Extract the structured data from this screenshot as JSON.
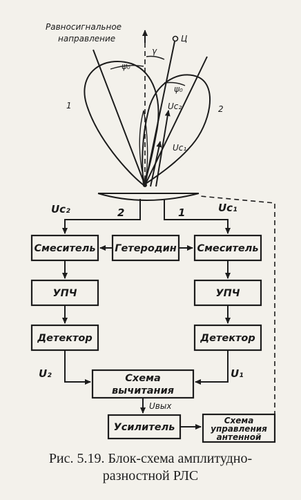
{
  "antenna": {
    "equisignal_line1": "Равносигнальное",
    "equisignal_line2": "направление",
    "target_label": "Ц",
    "gamma": "γ",
    "psi0_left": "ψ₀",
    "psi0_right": "ψ₀",
    "lobe1_label": "1",
    "lobe2_label": "2",
    "uc2_label": "Uc₂",
    "uc1_label": "Uc₁",
    "feed_left_label": "2",
    "feed_right_label": "1"
  },
  "signals": {
    "uc2": "Uc₂",
    "uc1": "Uc₁",
    "u2": "U₂",
    "u1": "U₁",
    "uout": "Uвых"
  },
  "blocks": {
    "mixer_left": "Смеситель",
    "heterodyne": "Гетеродин",
    "mixer_right": "Смеситель",
    "ifa_left": "УПЧ",
    "ifa_right": "УПЧ",
    "detector_left": "Детектор",
    "detector_right": "Детектор",
    "subtract_line1": "Схема",
    "subtract_line2": "вычитания",
    "amplifier": "Усилитель",
    "control_line1": "Схема",
    "control_line2": "управления",
    "control_line3": "антенной"
  },
  "caption": {
    "line1": "Рис. 5.19. Блок-схема амплитудно-",
    "line2": "разностной РЛС"
  }
}
